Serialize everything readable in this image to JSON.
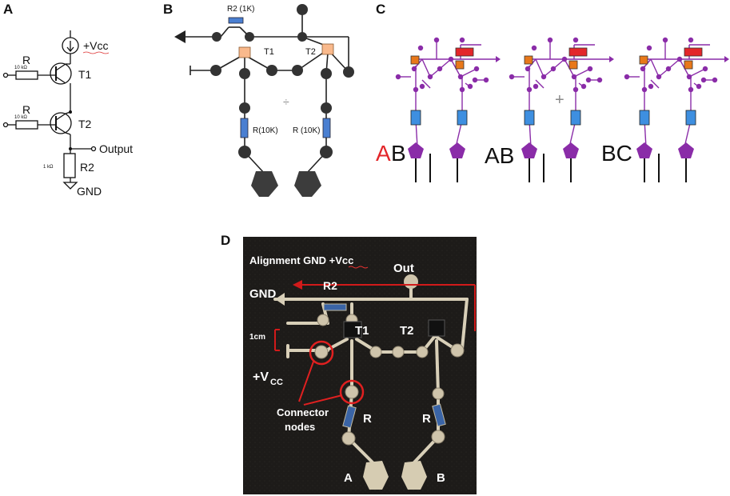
{
  "panels": {
    "a": {
      "letter": "A",
      "vcc": "+Vcc",
      "r_top": "R",
      "r_top_value": "10 kΩ",
      "t1": "T1",
      "r_mid": "R",
      "r_mid_value": "10 kΩ",
      "t2": "T2",
      "output": "Output",
      "r2_value": "1 kΩ",
      "r2": "R2",
      "gnd": "GND"
    },
    "b": {
      "letter": "B",
      "r2_label": "R2 (1K)",
      "t1": "T1",
      "t2": "T2",
      "plus": "÷",
      "r_left": "R(10K)",
      "r_right": "R (10K)"
    },
    "c": {
      "letter": "C",
      "label1_a": "A",
      "label1_b": "B",
      "label2": "AB",
      "label3": "BC",
      "accent_red": "#e3262a",
      "purple": "#8a2ca8"
    },
    "d": {
      "letter": "D",
      "alignment": "Alignment GND +Vcc",
      "out": "Out",
      "gnd": "GND",
      "r2": "R2",
      "scale": "1cm",
      "t1": "T1",
      "t2": "T2",
      "vcc": "+V",
      "vcc_sub": "CC",
      "connector_line1": "Connector",
      "connector_line2": "nodes",
      "r_left": "R",
      "r_right": "R",
      "a": "A",
      "b": "B"
    }
  }
}
